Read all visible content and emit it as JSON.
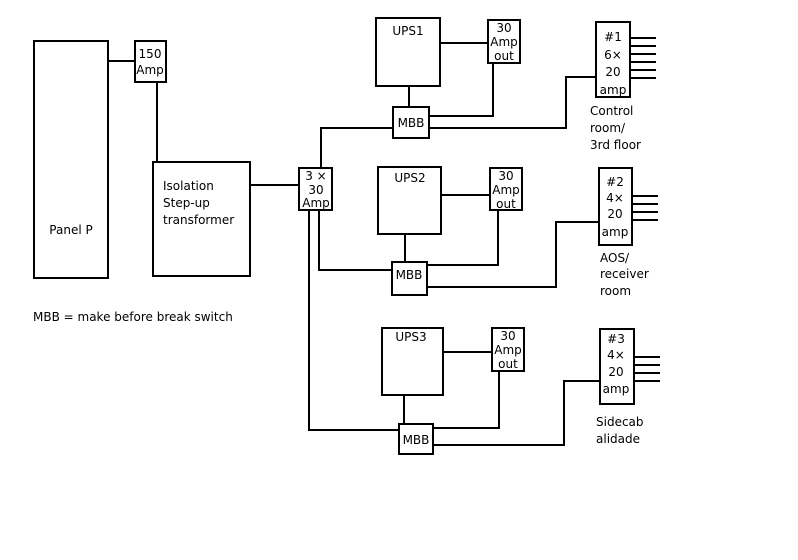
{
  "panel": "Panel P",
  "breaker_150": [
    "150",
    "Amp"
  ],
  "transformer": [
    "Isolation",
    "Step-up",
    "transformer"
  ],
  "splitter": [
    "3 ×",
    "30",
    "Amp"
  ],
  "legend": "MBB = make before break switch",
  "ups": [
    {
      "name": "UPS1",
      "out": [
        "30",
        "Amp",
        "out"
      ],
      "mbb": "MBB",
      "panel": [
        "#1",
        "6×",
        "20",
        "amp"
      ],
      "location": [
        "Control",
        "room/",
        "3rd floor"
      ]
    },
    {
      "name": "UPS2",
      "out": [
        "30",
        "Amp",
        "out"
      ],
      "mbb": "MBB",
      "panel": [
        "#2",
        "4×",
        "20",
        "amp"
      ],
      "location": [
        "AOS/",
        "receiver",
        "room"
      ]
    },
    {
      "name": "UPS3",
      "out": [
        "30",
        "Amp",
        "out"
      ],
      "mbb": "MBB",
      "panel": [
        "#3",
        "4×",
        "20",
        "amp"
      ],
      "location": [
        "Sidecab",
        "alidade"
      ]
    }
  ]
}
